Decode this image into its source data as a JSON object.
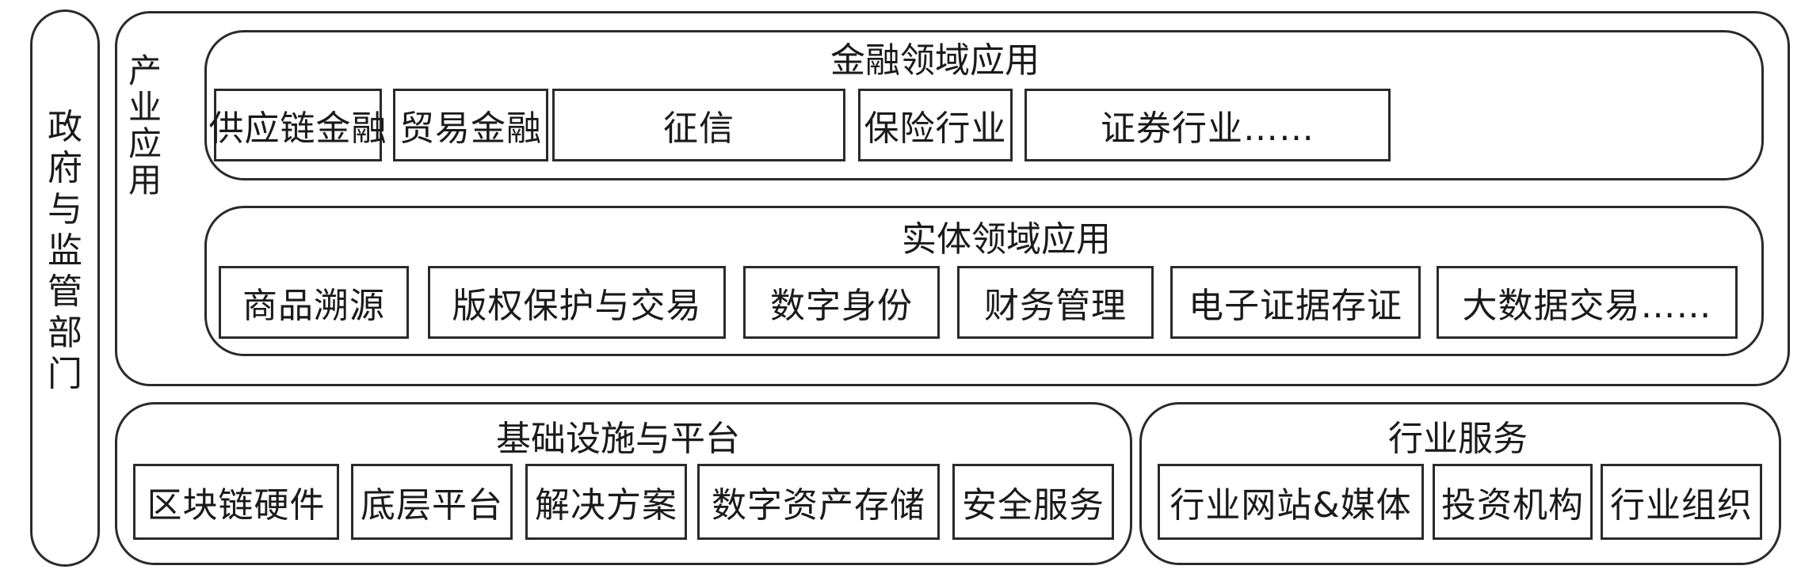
{
  "government": {
    "label_chars": [
      "政",
      "府",
      "与",
      "监",
      "管",
      "部",
      "门"
    ],
    "label": "政府与监管部门"
  },
  "industry_application": {
    "label_chars": [
      "产",
      "业",
      "应",
      "用"
    ],
    "label": "产业应用",
    "finance": {
      "title": "金融领域应用",
      "items": [
        "供应链金融",
        "贸易金融",
        "征信",
        "保险行业",
        "证券行业……"
      ]
    },
    "entity": {
      "title": "实体领域应用",
      "items": [
        "商品溯源",
        "版权保护与交易",
        "数字身份",
        "财务管理",
        "电子证据存证",
        "大数据交易……"
      ]
    }
  },
  "infrastructure": {
    "title": "基础设施与平台",
    "items": [
      "区块链硬件",
      "底层平台",
      "解决方案",
      "数字资产存储",
      "安全服务"
    ]
  },
  "industry_services": {
    "title": "行业服务",
    "items": [
      "行业网站&媒体",
      "投资机构",
      "行业组织"
    ]
  },
  "colors": {
    "stroke": "#2a2a2a",
    "text": "#1a1a1a",
    "background": "#ffffff"
  }
}
